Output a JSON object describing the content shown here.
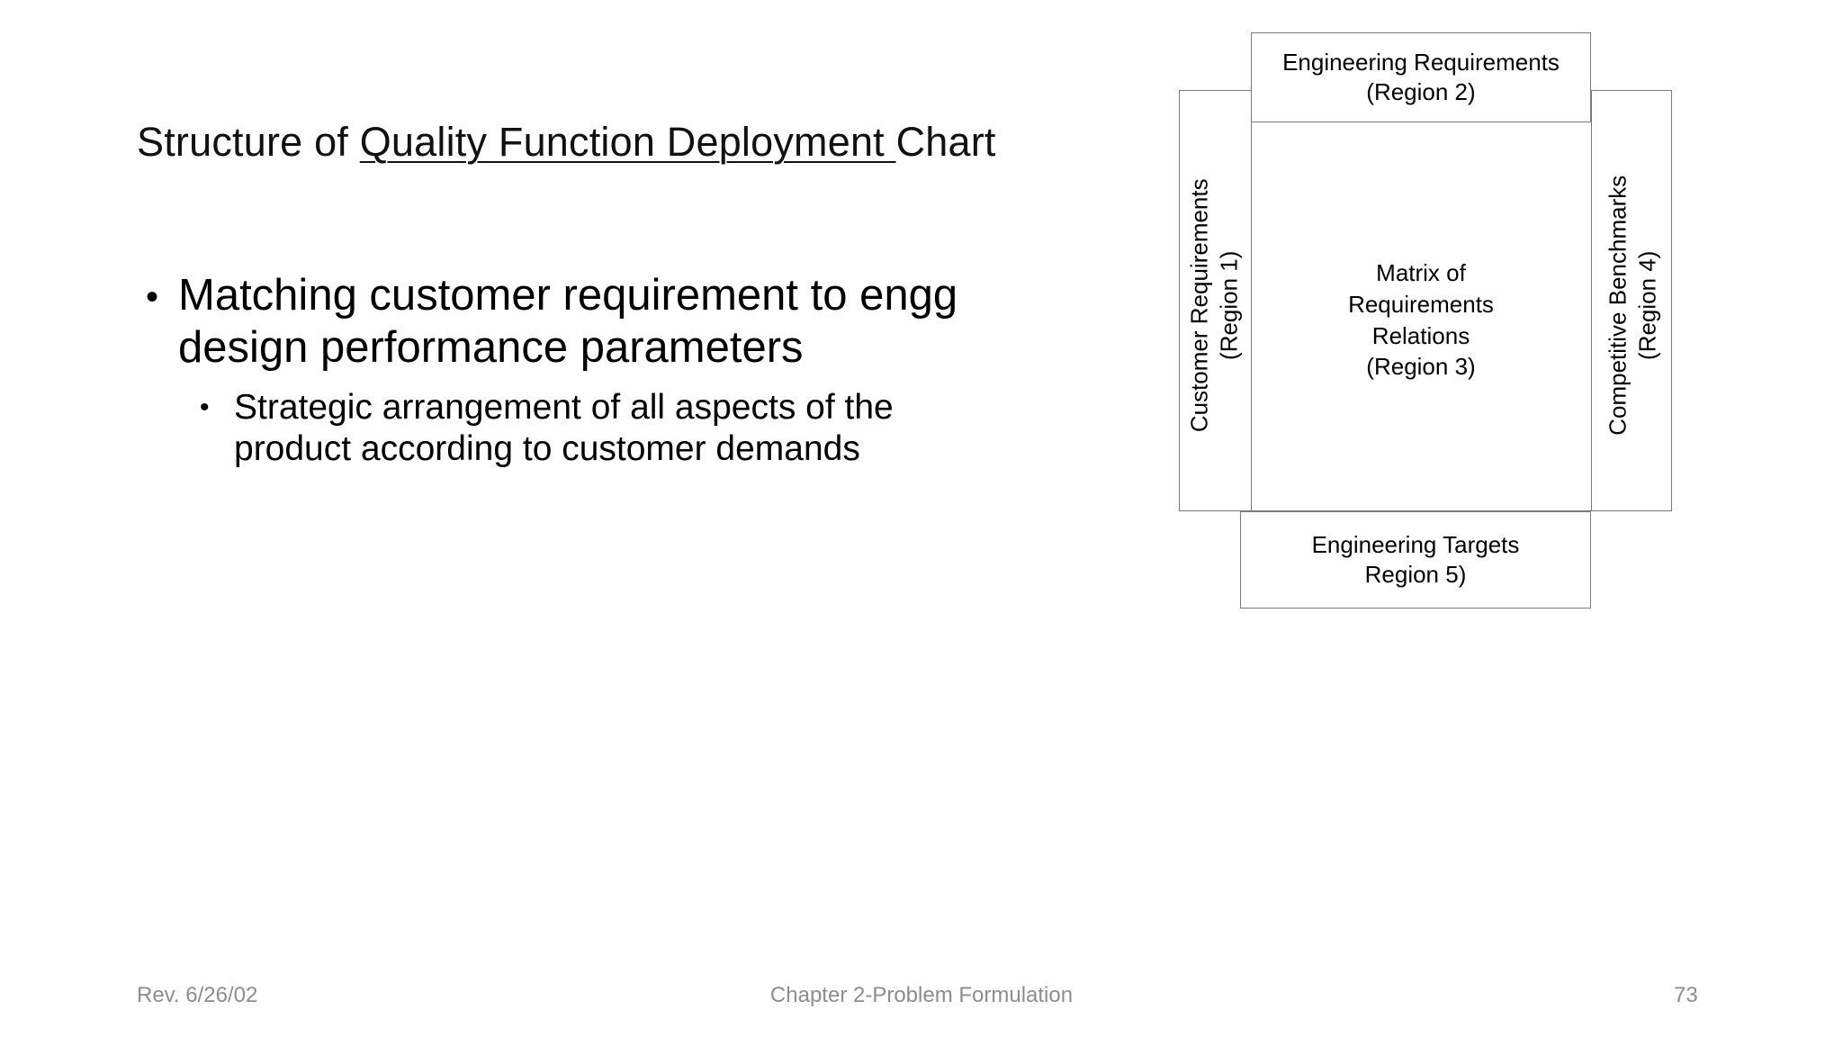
{
  "slide": {
    "title": {
      "prefix": "Structure of ",
      "underlined": "Quality Function Deployment ",
      "suffix": "Chart"
    },
    "bullets": [
      {
        "level": 1,
        "marker": "•",
        "text": "Matching customer requirement to engg design performance parameters"
      },
      {
        "level": 2,
        "marker": "•",
        "text": "Strategic arrangement of all aspects of the product according to customer demands"
      }
    ],
    "diagram": {
      "name": "Quality Function Deployment chart structure",
      "line_color": "#7a7a7a",
      "regions": [
        {
          "id": "region2",
          "label_line1": "Engineering Requirements",
          "label_line2": "(Region 2)",
          "position": "top",
          "orientation": "horizontal"
        },
        {
          "id": "region1",
          "label_line1": "Customer Requirements",
          "label_line2": "(Region 1)",
          "position": "left",
          "orientation": "vertical"
        },
        {
          "id": "region3",
          "label_line1": "Matrix of",
          "label_line2": "Requirements",
          "label_line3": "Relations",
          "label_line4": "(Region 3)",
          "position": "center",
          "orientation": "horizontal"
        },
        {
          "id": "region4",
          "label_line1": "Competitive Benchmarks",
          "label_line2": "(Region 4)",
          "position": "right",
          "orientation": "vertical"
        },
        {
          "id": "region5",
          "label_line1": "Engineering Targets",
          "label_line2": "Region 5)",
          "position": "bottom",
          "orientation": "horizontal"
        }
      ]
    },
    "footer": {
      "revision": "Rev. 6/26/02",
      "chapter": "Chapter 2-Problem Formulation",
      "page_number": "73"
    }
  }
}
